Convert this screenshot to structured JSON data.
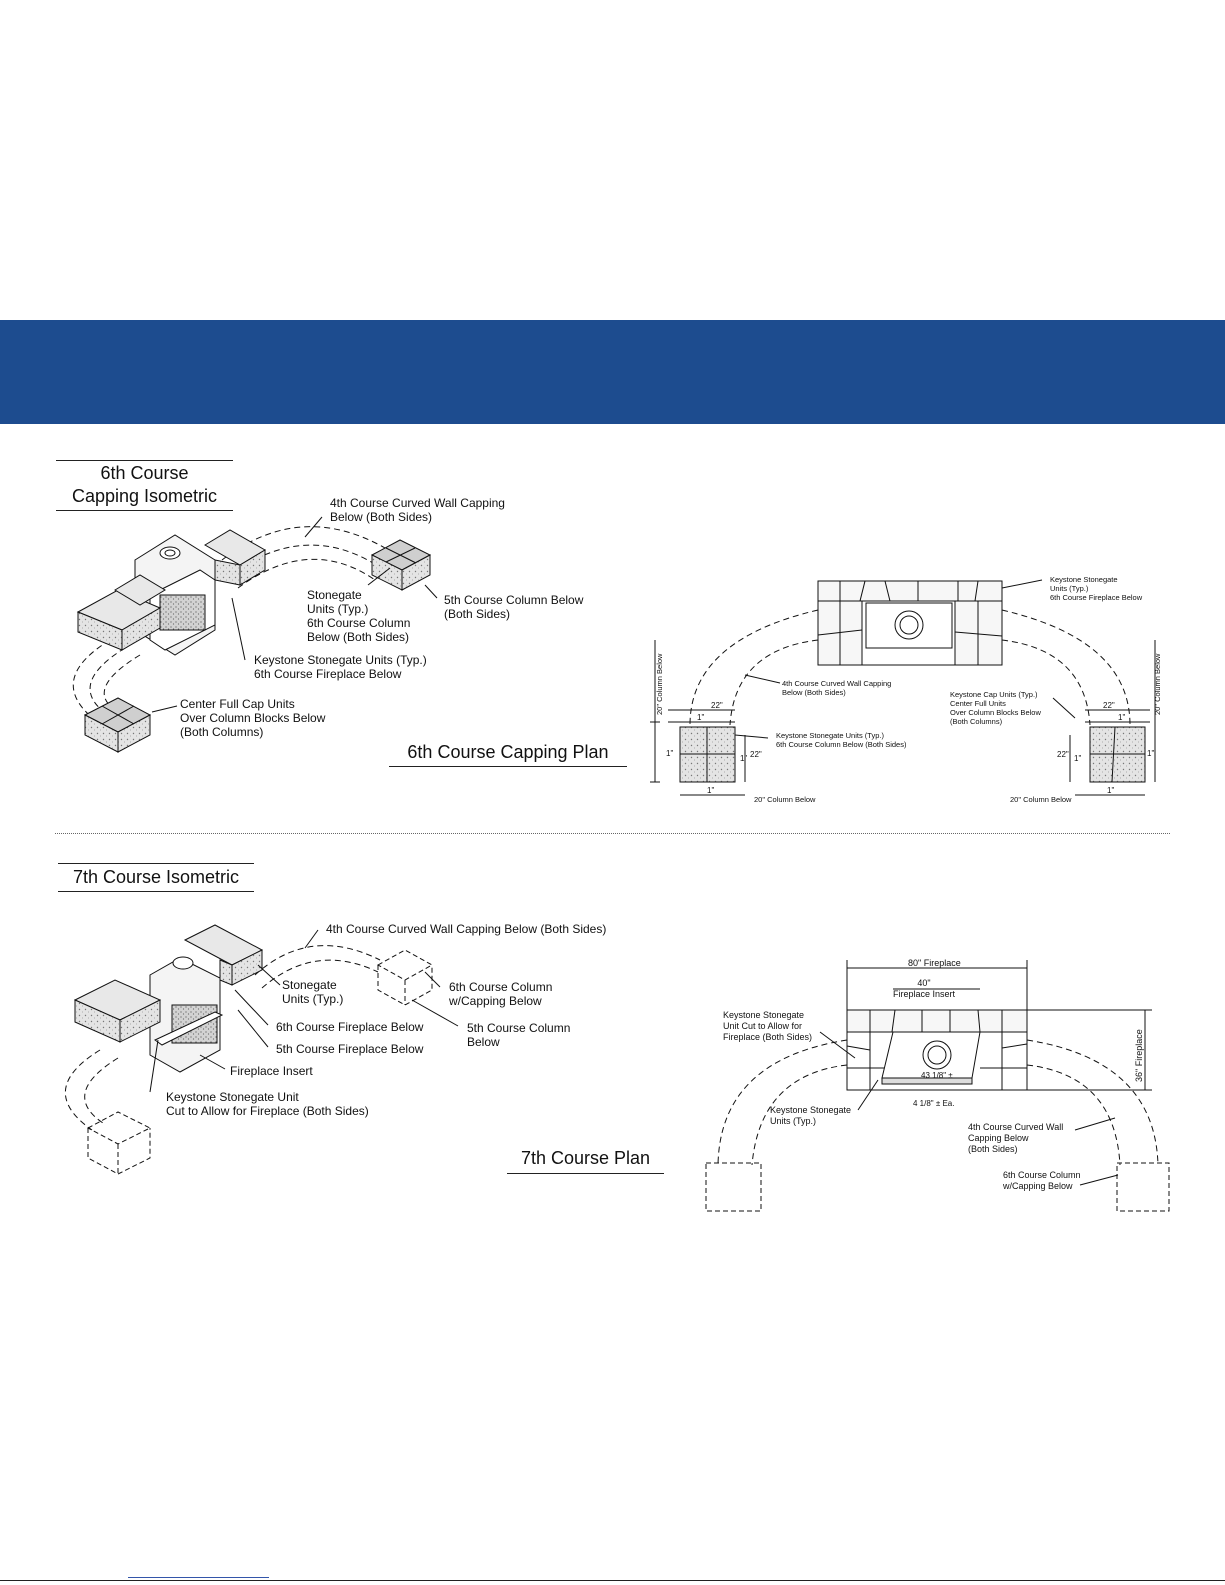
{
  "colors": {
    "banner": "#1d4c8f",
    "stone": "#e6e6e6",
    "line": "#111111"
  },
  "section6": {
    "iso_title_line1": "6th Course",
    "iso_title_line2": "Capping Isometric",
    "iso_labels": {
      "curved_wall": "4th Course Curved Wall Capping\nBelow (Both Sides)",
      "stonegate": "Stonegate\nUnits (Typ.)\n6th Course Column\nBelow (Both Sides)",
      "fifth_column": "5th Course Column Below\n(Both Sides)",
      "keystone": "Keystone Stonegate Units (Typ.)\n6th Course Fireplace Below",
      "center_cap": "Center Full Cap Units\nOver Column Blocks Below\n(Both Columns)"
    },
    "plan_title": "6th Course Capping Plan",
    "plan_labels": {
      "keystone_top": "Keystone Stonegate\nUnits (Typ.)\n6th Course Fireplace Below",
      "curved_wall": "4th Course Curved Wall Capping\nBelow (Both Sides)",
      "cap_units": "Keystone Cap Units (Typ.)\nCenter Full Units\nOver Column Blocks Below\n(Both Columns)",
      "column_below": "Keystone Stonegate Units (Typ.)\n6th Course Column Below (Both Sides)",
      "col20_left": "20\" Column Below",
      "col20_right": "20\" Column Below",
      "col20_vert_left": "20\" Column Below",
      "col20_vert_right": "20\" Column Below",
      "d22": "22\"",
      "d1": "1\""
    }
  },
  "section7": {
    "iso_title": "7th Course Isometric",
    "iso_labels": {
      "curved_wall": "4th Course Curved Wall Capping Below (Both Sides)",
      "stonegate": "Stonegate\nUnits (Typ.)",
      "col_capping": "6th Course Column\nw/Capping Below",
      "sixth_fireplace": "6th Course Fireplace Below",
      "fifth_fireplace": "5th Course Fireplace Below",
      "fifth_column": "5th Course Column\nBelow",
      "insert": "Fireplace Insert",
      "keystone_cut": "Keystone Stonegate Unit\nCut to Allow for Fireplace (Both Sides)"
    },
    "plan_title": "7th Course Plan",
    "plan_labels": {
      "fireplace80": "80\" Fireplace",
      "insert40": "40\"\nFireplace Insert",
      "keystone_cut": "Keystone Stonegate\nUnit Cut to Allow for\nFireplace (Both Sides)",
      "d43": "43 1/8\" ±",
      "d4": "4 1/8\" ± Ea.",
      "fireplace36": "36\" Fireplace",
      "keystone_units": "Keystone Stonegate\nUnits (Typ.)",
      "curved_wall": "4th Course Curved Wall\nCapping Below\n(Both Sides)",
      "col_capping": "6th Course Column\nw/Capping Below"
    }
  }
}
